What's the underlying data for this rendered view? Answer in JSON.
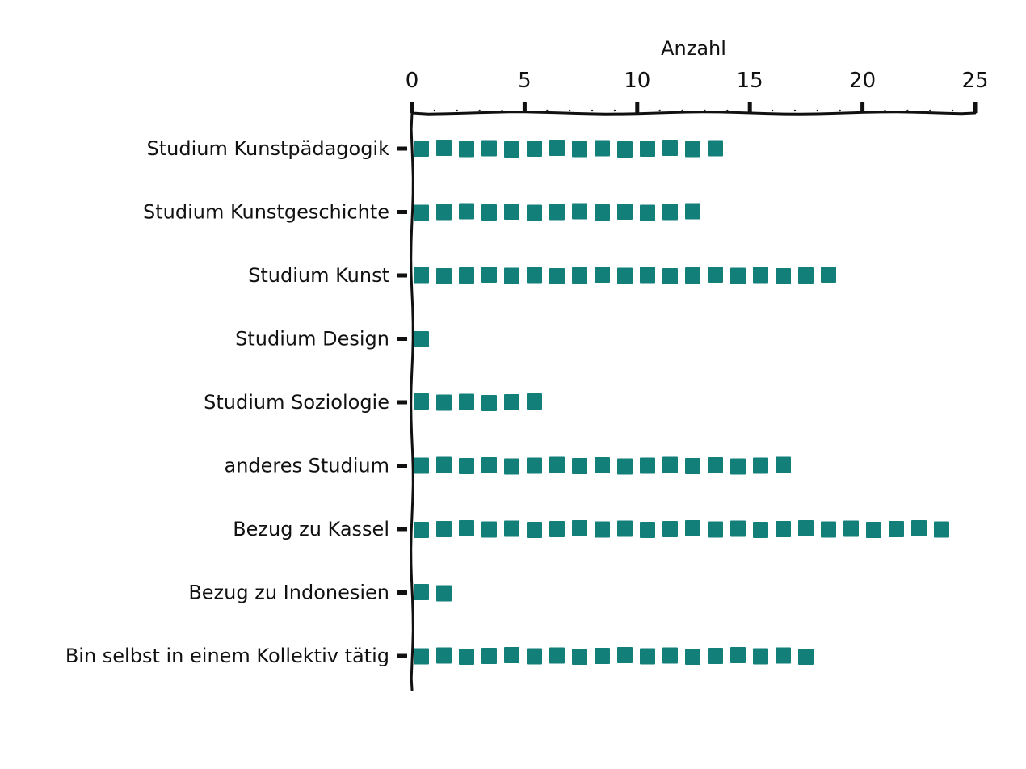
{
  "chart_data": {
    "type": "bar",
    "orientation": "horizontal",
    "title": "",
    "xlabel": "Anzahl",
    "ylabel": "",
    "xlim": [
      0,
      25
    ],
    "x_ticks": [
      "0",
      "5",
      "10",
      "15",
      "20",
      "25"
    ],
    "axis_position": "top",
    "grid": false,
    "categories": [
      "Studium Kunstpädagogik",
      "Studium Kunstgeschichte",
      "Studium Kunst",
      "Studium Design",
      "Studium Soziologie",
      "anderes Studium",
      "Bezug zu Kassel ",
      "Bezug zu Indonesien",
      "Bin selbst in einem Kollektiv tätig"
    ],
    "values": [
      14,
      13,
      19,
      1,
      6,
      17,
      24,
      2,
      18
    ],
    "bar_color": "#127f78",
    "bar_style": "dashed"
  }
}
